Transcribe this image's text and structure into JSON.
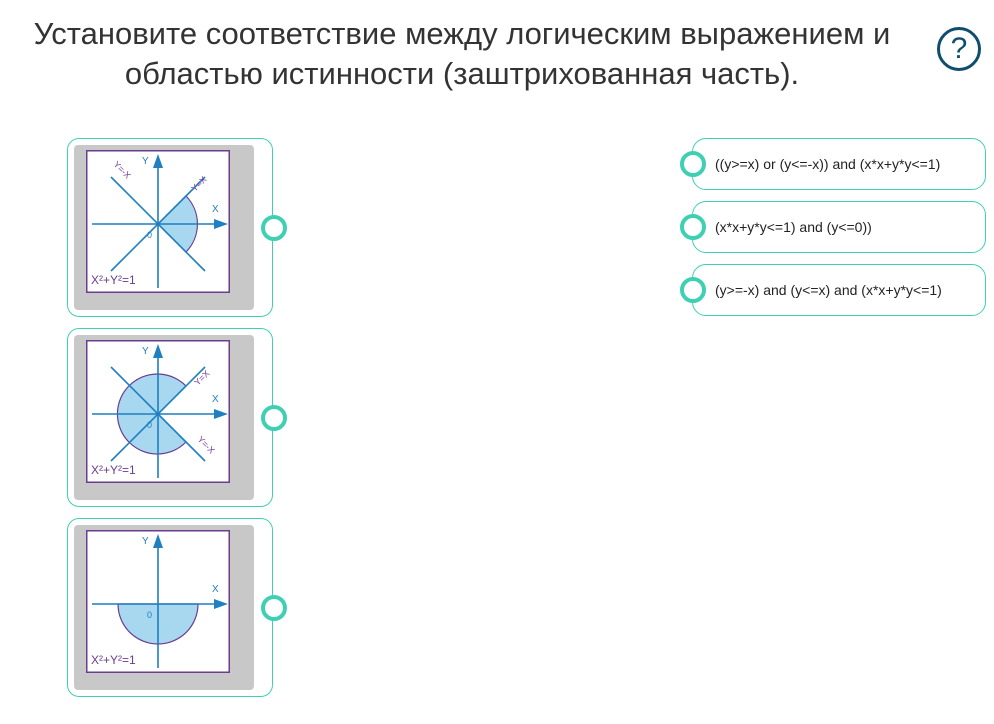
{
  "question": {
    "title_line1": "Установите соответствие между логическим выражением и",
    "title_line2": "областью истинности (заштрихованная часть)."
  },
  "help_symbol": "?",
  "cards": [
    {
      "y_label": "Y",
      "x_label": "X",
      "origin": "0",
      "line_a": "Y=-X",
      "line_b": "Y=X",
      "circle_label": "X²+Y²=1",
      "region": "right-sector"
    },
    {
      "y_label": "Y",
      "x_label": "X",
      "origin": "0",
      "line_a": "Y=X",
      "line_b": "Y=-X",
      "circle_label": "X²+Y²=1",
      "region": "disk-minus-right-sector"
    },
    {
      "y_label": "Y",
      "x_label": "X",
      "origin": "0",
      "circle_label": "X²+Y²=1",
      "region": "lower-half-disk"
    }
  ],
  "options": [
    {
      "label": "((y>=x) or (y<=-x)) and (x*x+y*y<=1)"
    },
    {
      "label": "(x*x+y*y<=1) and (y<=0))"
    },
    {
      "label": "(y>=-x) and (y<=x) and (x*x+y*y<=1)"
    }
  ],
  "colors": {
    "accent": "#3fd0b4",
    "axis": "#1f7fc0",
    "fill": "#a7d8f0",
    "frame": "#6a3d91",
    "label": "#7a3f9a",
    "help": "#0f4d6e"
  }
}
